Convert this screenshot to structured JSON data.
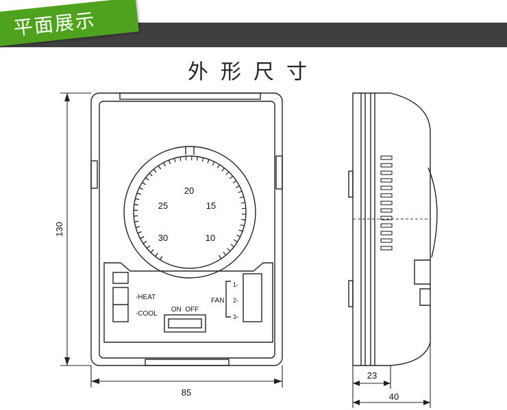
{
  "banner": {
    "label": "平面展示",
    "color": "#4ea21e",
    "bar_color": "#3f3f3f"
  },
  "title": "外形尺寸",
  "dial": {
    "marks": [
      "20",
      "15",
      "10",
      "25",
      "30"
    ]
  },
  "labels": {
    "heat": "-HEAT",
    "cool": "-COOL",
    "on_off": "ON  OFF",
    "fan": "FAN",
    "fan_speeds": [
      "1-",
      "2-",
      "3-"
    ]
  },
  "dimensions": {
    "height": "130",
    "width": "85",
    "depth_body": "23",
    "depth_total": "40"
  }
}
